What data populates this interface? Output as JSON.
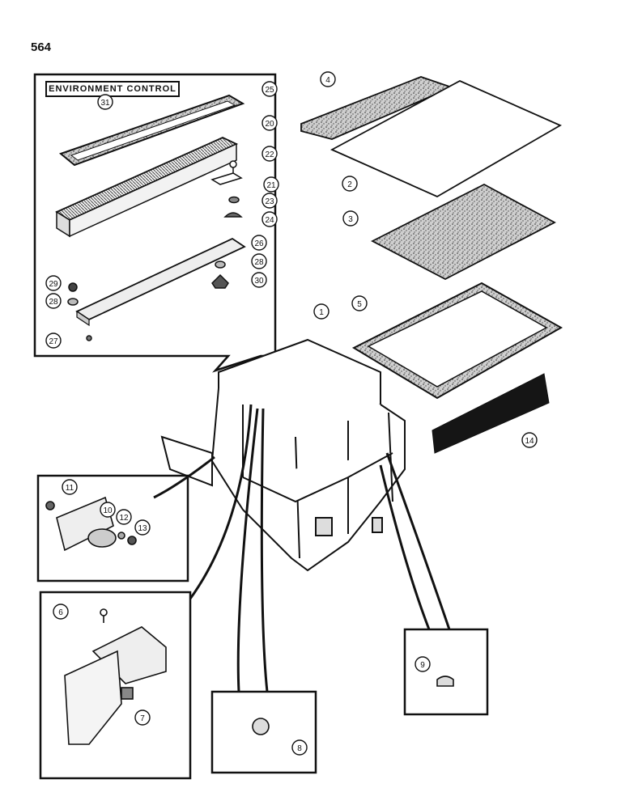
{
  "page_number": "564",
  "inset_title": "ENVIRONMENT CONTROL",
  "callouts": [
    "31",
    "25",
    "20",
    "22",
    "21",
    "23",
    "24",
    "26",
    "28",
    "30",
    "29",
    "28",
    "27",
    "4",
    "2",
    "3",
    "5",
    "14",
    "1",
    "11",
    "10",
    "12",
    "13",
    "6",
    "7",
    "8",
    "9"
  ],
  "colors": {
    "ink": "#111111",
    "paper": "#ffffff",
    "speckle_fill": "#9a9a9a",
    "dark_strip": "#151515"
  }
}
